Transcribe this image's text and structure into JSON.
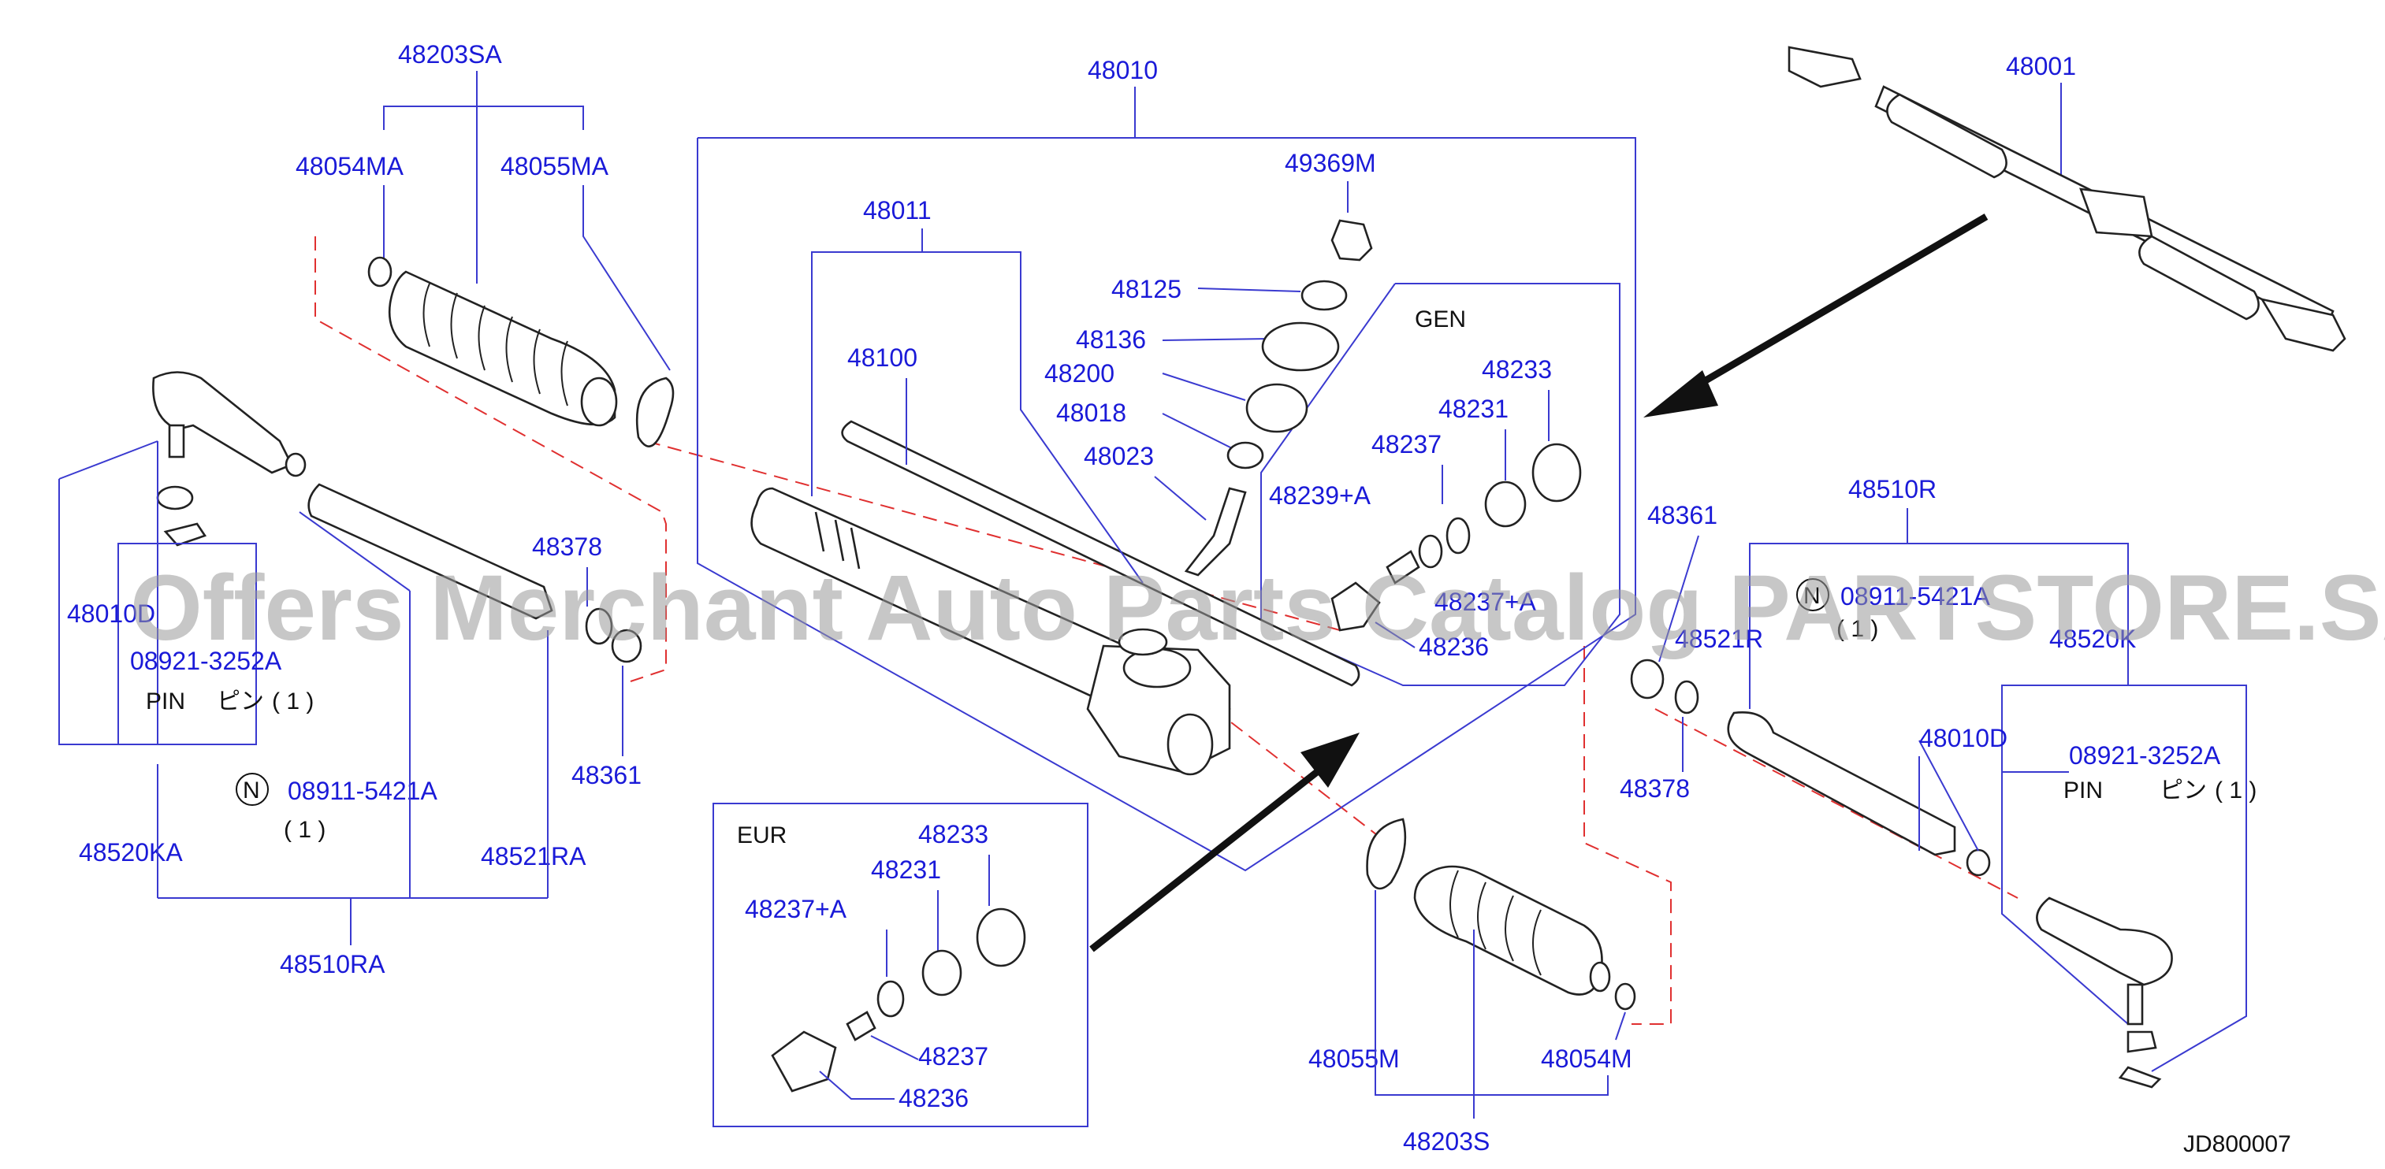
{
  "diagram_id": "JD800007",
  "watermark": "Offers Merchant Auto Parts Catalog PARTSTORE.SA",
  "boxes": {
    "gen": "GEN",
    "eur": "EUR"
  },
  "labels": {
    "p48203SA": "48203SA",
    "p48054MA": "48054MA",
    "p48055MA": "48055MA",
    "p48010": "48010",
    "p48011": "48011",
    "p48100": "48100",
    "p49369M": "49369M",
    "p48125": "48125",
    "p48136": "48136",
    "p48200": "48200",
    "p48018": "48018",
    "p48023": "48023",
    "p48239A": "48239+A",
    "p48233_gen": "48233",
    "p48231_gen": "48231",
    "p48237_gen": "48237",
    "p48237A_gen": "48237+A",
    "p48236_gen": "48236",
    "p48001": "48001",
    "p48378_l": "48378",
    "p48361_l": "48361",
    "p48010D_l": "48010D",
    "p08921_l": "08921-3252A",
    "pin_l": "PIN",
    "pin_jp_l": "ピン",
    "qty_pin_l": "( 1 )",
    "p08911_l": "08911-5421A",
    "qty_nut_l": "( 1 )",
    "p48520KA": "48520KA",
    "p48521RA": "48521RA",
    "p48510RA": "48510RA",
    "p48361_r": "48361",
    "p48510R": "48510R",
    "p08911_r": "08911-5421A",
    "qty_nut_r": "( 1 )",
    "p48521R": "48521R",
    "p48520K": "48520K",
    "p48010D_r": "48010D",
    "p08921_r": "08921-3252A",
    "pin_r": "PIN",
    "pin_jp_r": "ピン",
    "qty_pin_r": "( 1 )",
    "p48378_r": "48378",
    "p48233_eur": "48233",
    "p48231_eur": "48231",
    "p48237A_eur": "48237+A",
    "p48237_eur": "48237",
    "p48236_eur": "48236",
    "p48055M": "48055M",
    "p48054M": "48054M",
    "p48203S": "48203S",
    "n_symbol": "N"
  }
}
